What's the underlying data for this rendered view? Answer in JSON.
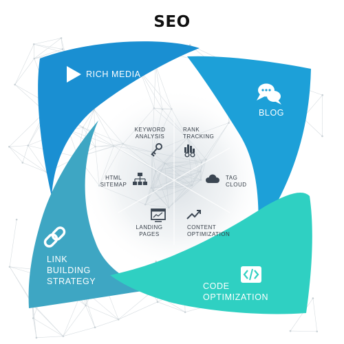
{
  "title": "SEO",
  "colors": {
    "rich_media": "#1a8fd2",
    "blog": "#1da0d8",
    "link_building": "#3ea6c3",
    "code_optimization": "#2fd0c2",
    "text_dark": "#333b45",
    "icon_dark": "#3b4652"
  },
  "petals": [
    {
      "id": "rich-media",
      "lines": [
        "RICH MEDIA"
      ],
      "icon": "play-icon"
    },
    {
      "id": "blog",
      "lines": [
        "BLOG"
      ],
      "icon": "chat-bubbles-icon"
    },
    {
      "id": "link-building",
      "lines": [
        "LINK",
        "BUILDING",
        "STRATEGY"
      ],
      "icon": "chain-link-icon"
    },
    {
      "id": "code-optimization",
      "lines": [
        "CODE",
        "OPTIMIZATION"
      ],
      "icon": "code-brackets-icon"
    }
  ],
  "segments": [
    {
      "id": "keyword-analysis",
      "lines": [
        "KEYWORD",
        "ANALYSIS"
      ],
      "icon": "key-icon"
    },
    {
      "id": "rank-tracking",
      "lines": [
        "RANK",
        "TRACKING"
      ],
      "icon": "rank-bars-icon"
    },
    {
      "id": "tag-cloud",
      "lines": [
        "TAG",
        "CLOUD"
      ],
      "icon": "cloud-icon"
    },
    {
      "id": "content-optimization",
      "lines": [
        "CONTENT",
        "OPTIMIZATION"
      ],
      "icon": "trend-arrow-icon"
    },
    {
      "id": "landing-pages",
      "lines": [
        "LANDING",
        "PAGES"
      ],
      "icon": "browser-window-icon"
    },
    {
      "id": "html-sitemap",
      "lines": [
        "HTML",
        "SITEMAP"
      ],
      "icon": "sitemap-icon"
    }
  ]
}
